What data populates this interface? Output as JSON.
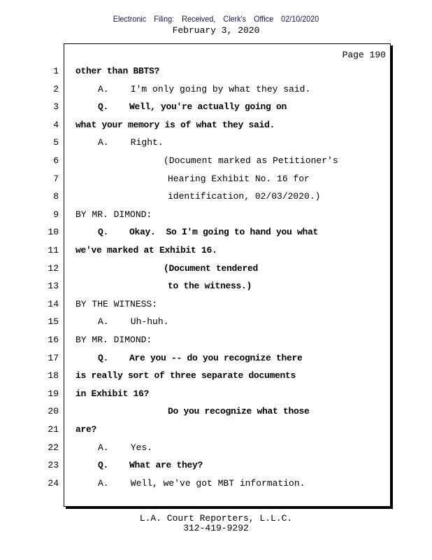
{
  "header": {
    "filing": "Electronic Filing: Received, Clerk's Office 02/10/2020",
    "date": "February 3, 2020"
  },
  "page_label": "Page 190",
  "lines": [
    {
      "n": "1",
      "text": "other than BBTS?",
      "bold": true
    },
    {
      "n": "2",
      "text": "A.    I'm only going by what they said.",
      "bold": false
    },
    {
      "n": "3",
      "text": "Q.    Well, you're actually going on",
      "bold": true
    },
    {
      "n": "4",
      "text": "what your memory is of what they said.",
      "bold": true
    },
    {
      "n": "5",
      "text": "A.    Right.",
      "bold": false
    },
    {
      "n": "6",
      "text": "(Document marked as Petitioner's",
      "bold": false
    },
    {
      "n": "7",
      "text": "Hearing Exhibit No. 16 for",
      "bold": false
    },
    {
      "n": "8",
      "text": "identification, 02/03/2020.)",
      "bold": false
    },
    {
      "n": "9",
      "text": "BY MR. DIMOND:",
      "bold": false
    },
    {
      "n": "10",
      "text": "Q.    Okay.  So I'm going to hand you what",
      "bold": true
    },
    {
      "n": "11",
      "text": "we've marked at Exhibit 16.",
      "bold": true
    },
    {
      "n": "12",
      "text": "(Document tendered",
      "bold": true
    },
    {
      "n": "13",
      "text": "to the witness.)",
      "bold": true
    },
    {
      "n": "14",
      "text": "BY THE WITNESS:",
      "bold": false
    },
    {
      "n": "15",
      "text": "A.    Uh-huh.",
      "bold": false
    },
    {
      "n": "16",
      "text": "BY MR. DIMOND:",
      "bold": false
    },
    {
      "n": "17",
      "text": "Q.    Are you -- do you recognize there",
      "bold": true
    },
    {
      "n": "18",
      "text": "is really sort of three separate documents",
      "bold": true
    },
    {
      "n": "19",
      "text": "in Exhibit 16?",
      "bold": true
    },
    {
      "n": "20",
      "text": "Do you recognize what those",
      "bold": true
    },
    {
      "n": "21",
      "text": "are?",
      "bold": true
    },
    {
      "n": "22",
      "text": "A.    Yes.",
      "bold": false
    },
    {
      "n": "23",
      "text": "Q.    What are they?",
      "bold": true
    },
    {
      "n": "24",
      "text": "A.    Well, we've got MBT information.",
      "bold": false
    }
  ],
  "footer": {
    "firm": "L.A. Court Reporters, L.L.C.",
    "phone": "312-419-9292"
  }
}
